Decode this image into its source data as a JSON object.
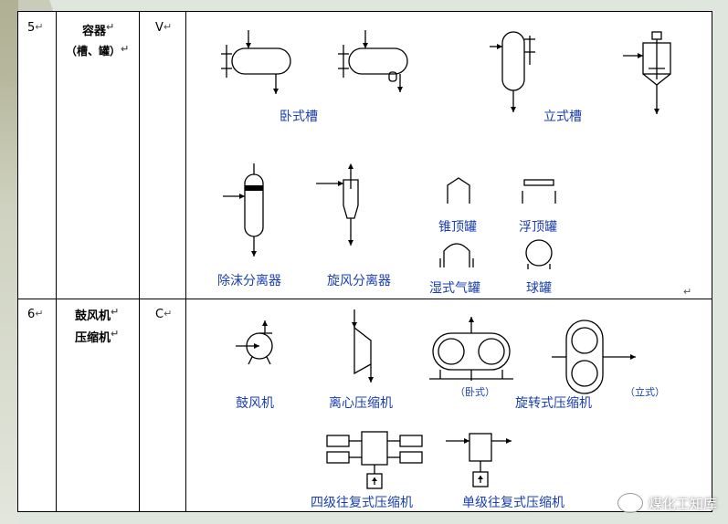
{
  "rows": [
    {
      "no": "5",
      "name_line1": "容器",
      "name_line2": "（槽、罐）",
      "code": "V",
      "labels": {
        "horizontal_tank": "卧式槽",
        "vertical_tank": "立式槽",
        "demister": "除沫分离器",
        "cyclone": "旋风分离器",
        "cone_roof": "锥顶罐",
        "floating_roof": "浮顶罐",
        "wet_gasholder": "湿式气罐",
        "sphere": "球罐"
      }
    },
    {
      "no": "6",
      "name_line1": "鼓风机",
      "name_line2": "压缩机",
      "code": "C",
      "labels": {
        "blower": "鼓风机",
        "centrifugal": "离心压缩机",
        "horizontal_note": "（卧式）",
        "rotary": "旋转式压缩机",
        "vertical_note": "（立式）",
        "four_stage": "四级往复式压缩机",
        "single_stage": "单级往复式压缩机"
      }
    }
  ],
  "watermark": "煤化工知库",
  "para_mark": "↵"
}
